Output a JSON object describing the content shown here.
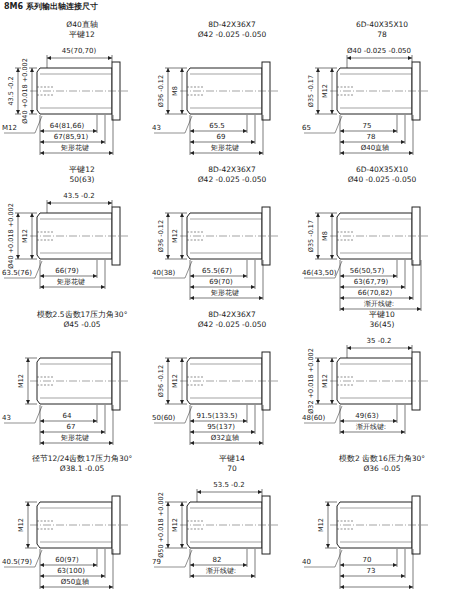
{
  "diagram": {
    "title": "8M6 系列输出轴连接尺寸",
    "labels": [
      "Ø40直轴",
      "平键12",
      "45(70,70)",
      "43.5 -0.2",
      "Ø40 +0.018 +0.002",
      "M12",
      "64(81,66)",
      "67(85,91)",
      "矩形花键",
      "8D-42X36X7",
      "Ø42 -0.025 -0.050",
      "Ø36 -0.12",
      "M8",
      "43",
      "65.5",
      "69",
      "矩形花键",
      "6D-40X35X10",
      "78",
      "Ø40 -0.025 -0.050",
      "Ø35 -0.17",
      "M12",
      "65",
      "75",
      "78",
      "Ø40直轴",
      "平键12",
      "50(63)",
      "43.5 -0.2",
      "Ø40 +0.018 +0.002",
      "M12",
      "63.5(76)",
      "66(79)",
      "矩形花键",
      "8D-42X36X7",
      "Ø42 -0.025 -0.050",
      "Ø36 -0.12",
      "M12",
      "40(38)",
      "65.5(67)",
      "69(70)",
      "矩形花键",
      "6D-40X35X10",
      "Ø40 -0.025 -0.050",
      "Ø35 -0.17",
      "M8",
      "46(43,50)",
      "56(50,57)",
      "63(67,79)",
      "66(70,82)",
      "渐开线键:",
      "模数2.5齿数17压力角30°",
      "Ø45 -0.05",
      "M12",
      "43",
      "64",
      "67",
      "矩形花键",
      "8D-42X36X7",
      "Ø42 -0.025 -0.050",
      "Ø36 -0.12",
      "M12",
      "50(60)",
      "91.5(133.5)",
      "95(137)",
      "Ø32直轴",
      "平键10",
      "36(45)",
      "35 -0.2",
      "Ø32 +0.018 +0.002",
      "M12",
      "48(60)",
      "49(63)",
      "渐开线键:",
      "径节12/24齿数17压力角30°",
      "Ø38.1 -0.05",
      "M12",
      "40.5(79)",
      "60(97)",
      "63(100)",
      "Ø50直轴",
      "平键14",
      "70",
      "53.5 -0.2",
      "Ø50 +0.018 +0.002",
      "M12",
      "79",
      "82",
      "渐开线键:",
      "模数2 齿数16压力角30°",
      "Ø36 -0.05",
      "M12",
      "40",
      "70",
      "73"
    ]
  }
}
